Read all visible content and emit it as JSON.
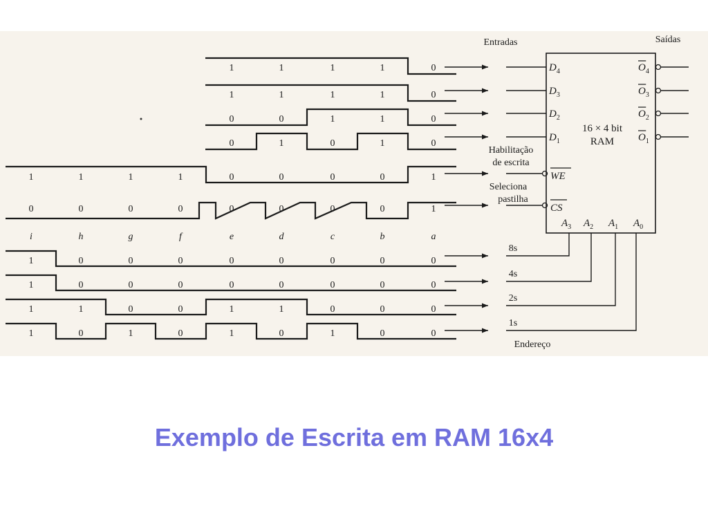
{
  "slide": {
    "title": "Exemplo de Escrita em RAM 16x4",
    "title_color": "#6f6fdd"
  },
  "diagram": {
    "labels": {
      "inputs": "Entradas",
      "outputs": "Saídas",
      "write_enable_1": "Habilitação",
      "write_enable_2": "de escrita",
      "chip_select_1": "Seleciona",
      "chip_select_2": "pastilha",
      "address": "Endereço"
    },
    "chip": {
      "line1": "16 × 4 bit",
      "line2": "RAM",
      "data_pins": [
        {
          "letter": "D",
          "sub": "4"
        },
        {
          "letter": "D",
          "sub": "3"
        },
        {
          "letter": "D",
          "sub": "2"
        },
        {
          "letter": "D",
          "sub": "1"
        }
      ],
      "out_pins": [
        {
          "letter": "O",
          "sub": "4"
        },
        {
          "letter": "O",
          "sub": "3"
        },
        {
          "letter": "O",
          "sub": "2"
        },
        {
          "letter": "O",
          "sub": "1"
        }
      ],
      "we_pin": "WE",
      "cs_pin": "CS",
      "addr_pins": [
        {
          "letter": "A",
          "sub": "3"
        },
        {
          "letter": "A",
          "sub": "2"
        },
        {
          "letter": "A",
          "sub": "1"
        },
        {
          "letter": "A",
          "sub": "0"
        }
      ]
    },
    "time_labels": [
      "i",
      "h",
      "g",
      "f",
      "e",
      "d",
      "c",
      "b",
      "a"
    ],
    "address_weights": [
      "8s",
      "4s",
      "2s",
      "1s"
    ],
    "data_rows": [
      {
        "bits": [
          "1",
          "1",
          "1",
          "1",
          "0"
        ]
      },
      {
        "bits": [
          "1",
          "1",
          "1",
          "1",
          "0"
        ]
      },
      {
        "bits": [
          "0",
          "0",
          "1",
          "1",
          "0"
        ]
      },
      {
        "bits": [
          "0",
          "1",
          "0",
          "1",
          "0"
        ]
      }
    ],
    "we_row": {
      "bits": [
        "1",
        "1",
        "1",
        "1",
        "0",
        "0",
        "0",
        "0",
        "1"
      ]
    },
    "cs_row": {
      "bits": [
        "0",
        "0",
        "0",
        "0",
        "0",
        "0",
        "0",
        "0",
        "1"
      ]
    },
    "address_rows": [
      {
        "bits": [
          "1",
          "0",
          "0",
          "0",
          "0",
          "0",
          "0",
          "0",
          "0"
        ]
      },
      {
        "bits": [
          "1",
          "0",
          "0",
          "0",
          "0",
          "0",
          "0",
          "0",
          "0"
        ]
      },
      {
        "bits": [
          "1",
          "1",
          "0",
          "0",
          "1",
          "1",
          "0",
          "0",
          "0"
        ]
      },
      {
        "bits": [
          "1",
          "0",
          "1",
          "0",
          "1",
          "0",
          "1",
          "0",
          "0"
        ]
      }
    ]
  }
}
